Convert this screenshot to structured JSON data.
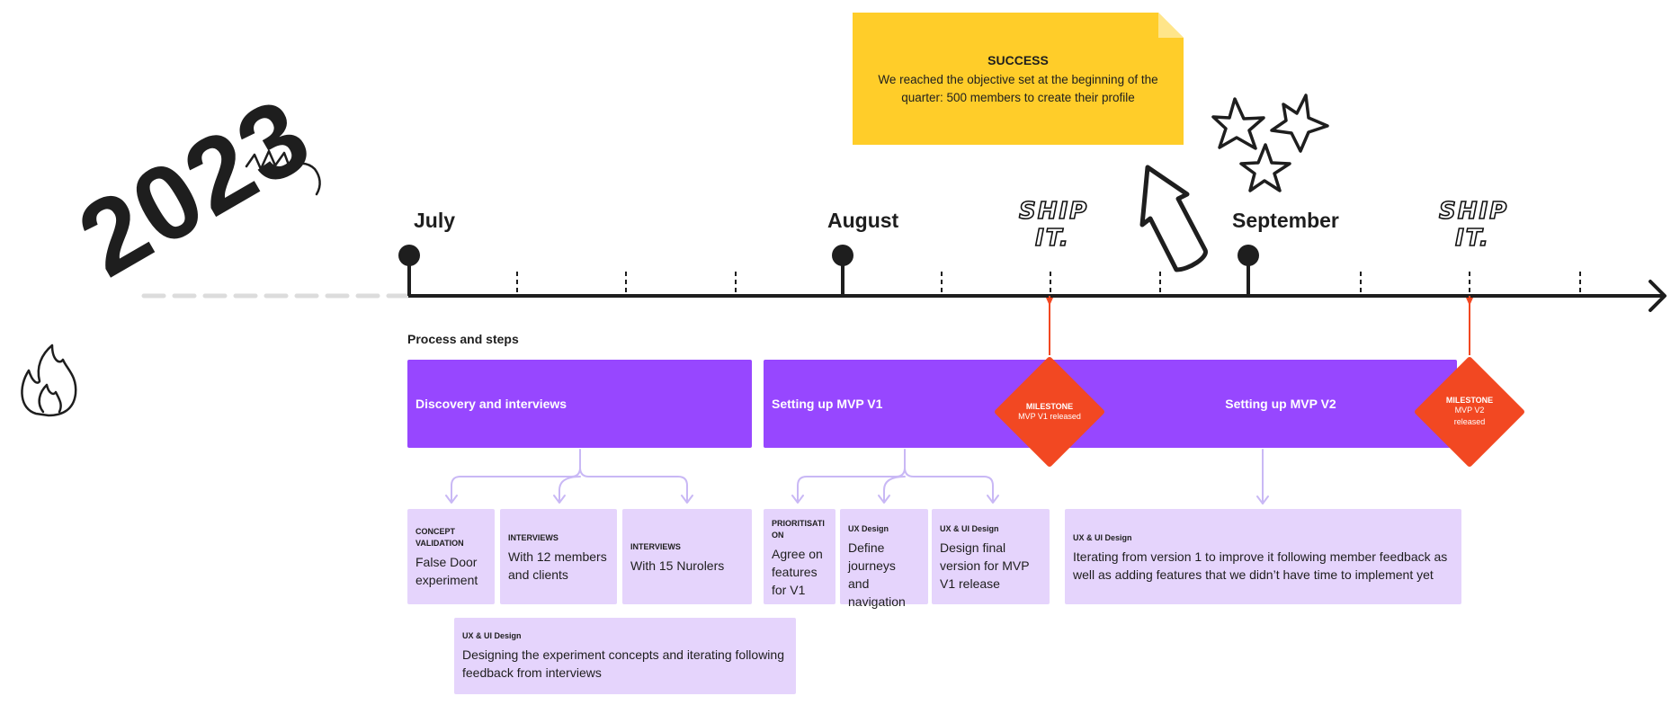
{
  "year": "2023",
  "months": [
    "July",
    "August",
    "September"
  ],
  "ship_labels": [
    {
      "line1": "SHIP",
      "line2": "IT."
    },
    {
      "line1": "SHIP",
      "line2": "IT."
    }
  ],
  "sticky": {
    "title": "SUCCESS",
    "body": "We reached the objective set at the beginning of the quarter: 500 members to create their profile"
  },
  "section_label": "Process and steps",
  "phases": [
    {
      "label": "Discovery and interviews"
    },
    {
      "label": "Setting up MVP V1"
    },
    {
      "label": "Setting up MVP V2"
    }
  ],
  "milestones": [
    {
      "title": "MILESTONE",
      "subtitle": "MVP V1 released"
    },
    {
      "title": "MILESTONE",
      "subtitle": "MVP V2 released"
    }
  ],
  "cards": [
    {
      "tag": "CONCEPT VALIDATION",
      "desc": "False Door experiment"
    },
    {
      "tag": "INTERVIEWS",
      "desc": "With 12 members and clients"
    },
    {
      "tag": "INTERVIEWS",
      "desc": "With 15 Nurolers"
    },
    {
      "tag": "PRIORITISATI ON",
      "desc": "Agree on features for V1"
    },
    {
      "tag": "UX Design",
      "desc": "Define journeys and navigation"
    },
    {
      "tag": "UX & UI Design",
      "desc": "Design final version for MVP V1 release"
    },
    {
      "tag": "UX & UI Design",
      "desc": "Iterating from version 1 to improve it following member feedback as well as adding features that we didn’t have time to implement yet"
    },
    {
      "tag": "UX & UI Design",
      "desc": "Designing the experiment concepts and iterating following feedback from interviews"
    }
  ],
  "colors": {
    "phase": "#9747ff",
    "card": "#e5d4fc",
    "milestone": "#f24822",
    "sticky": "#ffcd29",
    "line": "#1e1e1e",
    "connector": "#c9b8f5"
  },
  "icons": [
    "flame-icon",
    "scribble-icon",
    "arrow-icon",
    "stars-icon"
  ]
}
